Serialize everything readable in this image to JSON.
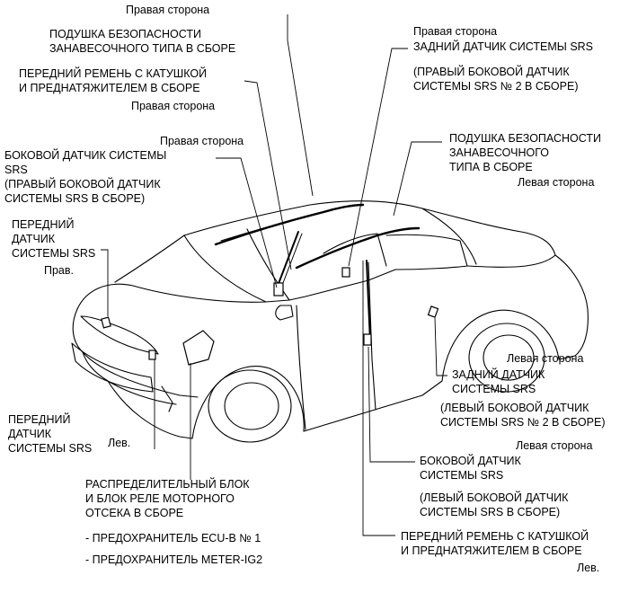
{
  "labels": {
    "curtain_right": {
      "side": "Правая сторона",
      "lines": [
        "ПОДУШКА БЕЗОПАСНОСТИ",
        "ЗАНАВЕСОЧНОГО ТИПА В СБОРЕ"
      ]
    },
    "front_belt_right": {
      "lines": [
        "ПЕРЕДНИЙ РЕМЕНЬ С КАТУШКОЙ",
        "И ПРЕДНАТЯЖИТЕЛЕМ В СБОРЕ"
      ],
      "side": "Правая сторона"
    },
    "side_sensor_right": {
      "side": "Правая сторона",
      "lines": [
        "БОКОВОЙ ДАТЧИК СИСТЕМЫ",
        "SRS",
        "(ПРАВЫЙ БОКОВОЙ ДАТЧИК",
        "СИСТЕМЫ SRS В СБОРЕ)"
      ]
    },
    "front_sensor_right": {
      "lines": [
        "ПЕРЕДНИЙ",
        "ДАТЧИК",
        "СИСТЕМЫ SRS"
      ],
      "side": "Прав."
    },
    "front_sensor_left": {
      "lines": [
        "ПЕРЕДНИЙ",
        "ДАТЧИК",
        "СИСТЕМЫ SRS"
      ],
      "side": "Лев."
    },
    "relay_block": {
      "lines": [
        "РАСПРЕДЕЛИТЕЛЬНЫЙ БЛОК",
        "И БЛОК РЕЛЕ МОТОРНОГО",
        "ОТСЕКА В СБОРЕ"
      ],
      "fuses": [
        "- ПРЕДОХРАНИТЕЛЬ ECU-B № 1",
        "- ПРЕДОХРАНИТЕЛЬ METER-IG2"
      ]
    },
    "rear_sensor_right": {
      "side": "Правая сторона",
      "lines": [
        "ЗАДНИЙ ДАТЧИК СИСТЕМЫ SRS",
        "(ПРАВЫЙ БОКОВОЙ ДАТЧИК",
        "СИСТЕМЫ SRS № 2 В СБОРЕ)"
      ]
    },
    "curtain_left": {
      "lines": [
        "ПОДУШКА БЕЗОПАСНОСТИ",
        "ЗАНАВЕСОЧНОГО",
        "ТИПА В СБОРЕ"
      ],
      "side": "Левая сторона"
    },
    "rear_sensor_left": {
      "side": "Левая сторона",
      "lines": [
        "ЗАДНИЙ ДАТЧИК",
        "СИСТЕМЫ SRS",
        "(ЛЕВЫЙ БОКОВОЙ ДАТЧИК",
        "СИСТЕМЫ SRS № 2 В СБОРЕ)"
      ]
    },
    "side_sensor_left": {
      "side": "Левая сторона",
      "lines": [
        "БОКОВОЙ ДАТЧИК",
        "СИСТЕМЫ SRS",
        "(ЛЕВЫЙ БОКОВОЙ ДАТЧИК",
        "СИСТЕМЫ SRS В СБОРЕ)"
      ]
    },
    "front_belt_left": {
      "lines": [
        "ПЕРЕДНИЙ РЕМЕНЬ С КАТУШКОЙ",
        "И ПРЕДНАТЯЖИТЕЛЕМ В СБОРЕ"
      ],
      "side": "Лев."
    }
  }
}
